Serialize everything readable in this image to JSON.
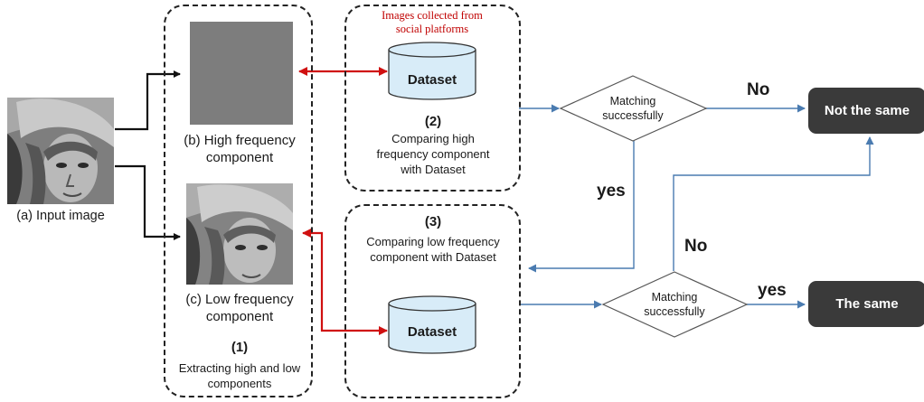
{
  "input": {
    "caption": "(a) Input image"
  },
  "high": {
    "caption": "(b) High frequency component"
  },
  "low": {
    "caption": "(c) Low frequency component"
  },
  "step1": {
    "num": "(1)",
    "desc": "Extracting high and low components"
  },
  "step2": {
    "num": "(2)",
    "desc": "Comparing high frequency component with Dataset",
    "source_note": "Images collected from social platforms",
    "dataset": "Dataset"
  },
  "step3": {
    "num": "(3)",
    "desc": "Comparing low frequency component with Dataset",
    "dataset": "Dataset"
  },
  "decision1": {
    "label": "Matching successfully",
    "no": "No",
    "yes": "yes"
  },
  "decision2": {
    "label": "Matching successfully",
    "no": "No",
    "yes": "yes"
  },
  "results": {
    "not_same": "Not the same",
    "same": "The same"
  },
  "colors": {
    "flow": "#4a7bb0",
    "red_arrow": "#d01010",
    "cylinder_fill": "#d8ecf8",
    "terminal": "#3a3a3a"
  }
}
